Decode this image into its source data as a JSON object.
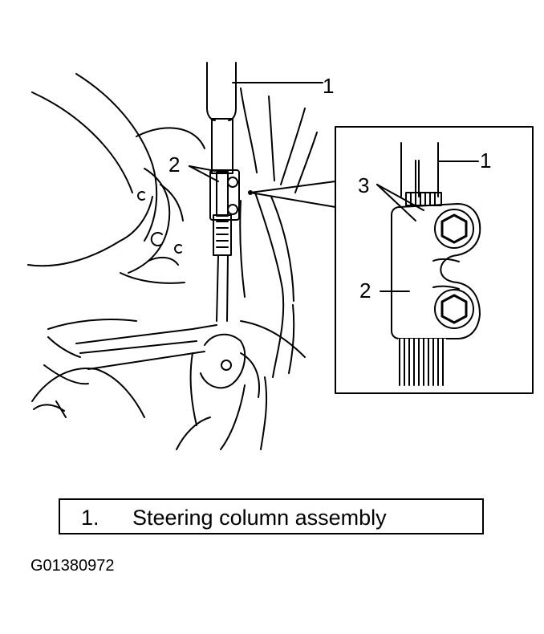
{
  "callouts": {
    "main_column": "1",
    "main_joint": "2",
    "inset_column": "1",
    "inset_bolts": "3",
    "inset_joint": "2"
  },
  "legend": {
    "items": [
      {
        "number": "1.",
        "text": "Steering column assembly"
      }
    ]
  },
  "figure_id": "G01380972"
}
